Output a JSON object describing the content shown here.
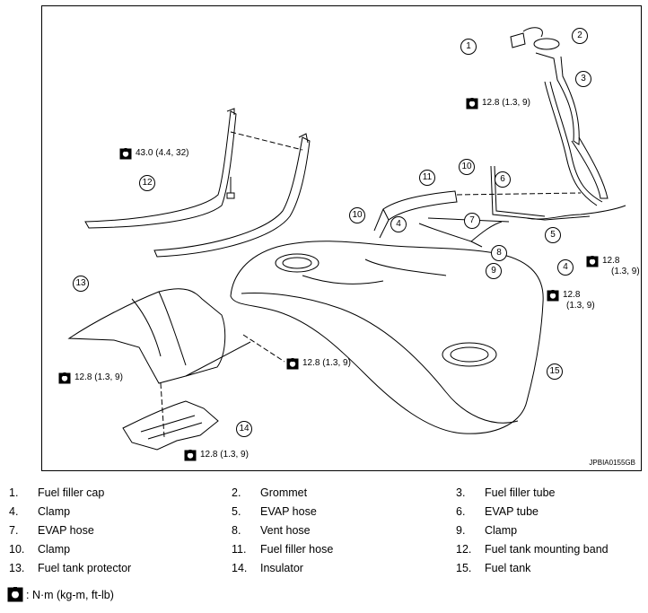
{
  "callouts": [
    "1",
    "2",
    "3",
    "4",
    "5",
    "6",
    "7",
    "8",
    "9",
    "10",
    "11",
    "12",
    "13",
    "14",
    "15"
  ],
  "torque_labels": {
    "top_right": "12.8 (1.3, 9)",
    "mounting_band": "43.0 (4.4, 32)",
    "right_value": "12.8",
    "right_sub": "(1.3, 9)",
    "clamp_value": "12.8",
    "clamp_sub": "(1.3, 9)",
    "protector_left": "12.8 (1.3, 9)",
    "protector_right": "12.8 (1.3, 9)",
    "insulator": "12.8 (1.3, 9)"
  },
  "figure_code": "JPBIA0155GB",
  "legend": [
    [
      {
        "num": "1.",
        "label": "Fuel filler cap"
      },
      {
        "num": "2.",
        "label": "Grommet"
      },
      {
        "num": "3.",
        "label": "Fuel filler tube"
      }
    ],
    [
      {
        "num": "4.",
        "label": "Clamp"
      },
      {
        "num": "5.",
        "label": "EVAP hose"
      },
      {
        "num": "6.",
        "label": "EVAP tube"
      }
    ],
    [
      {
        "num": "7.",
        "label": "EVAP hose"
      },
      {
        "num": "8.",
        "label": "Vent hose"
      },
      {
        "num": "9.",
        "label": "Clamp"
      }
    ],
    [
      {
        "num": "10.",
        "label": "Clamp"
      },
      {
        "num": "11.",
        "label": "Fuel filler hose"
      },
      {
        "num": "12.",
        "label": "Fuel tank mounting band"
      }
    ],
    [
      {
        "num": "13.",
        "label": "Fuel tank protector"
      },
      {
        "num": "14.",
        "label": "Insulator"
      },
      {
        "num": "15.",
        "label": "Fuel tank"
      }
    ]
  ],
  "unit_note": ": N·m (kg-m, ft-lb)",
  "icons": {
    "torque": "torque-wrench-icon"
  }
}
